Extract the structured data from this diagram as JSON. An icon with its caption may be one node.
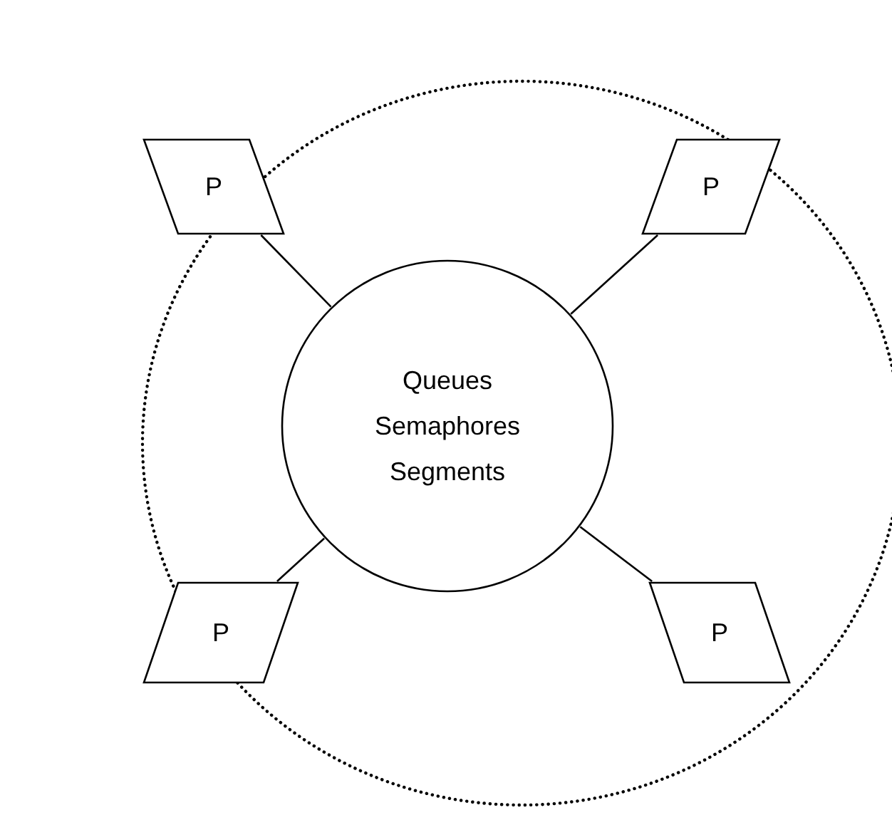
{
  "diagram": {
    "nodes": [
      {
        "text": [
          "P"
        ]
      },
      {
        "text": [
          "P"
        ]
      },
      {
        "text": [
          "Queues",
          "Semaphores",
          "Segments"
        ]
      },
      {
        "text": [
          "P"
        ]
      },
      {
        "text": [
          "P"
        ]
      }
    ],
    "edges": [
      {
        "from": 0,
        "to": 2,
        "arrow": "none"
      },
      {
        "from": 1,
        "to": 2,
        "arrow": "none"
      },
      {
        "from": 3,
        "to": 2,
        "arrow": "none"
      },
      {
        "from": 4,
        "to": 2,
        "arrow": "none"
      }
    ]
  }
}
